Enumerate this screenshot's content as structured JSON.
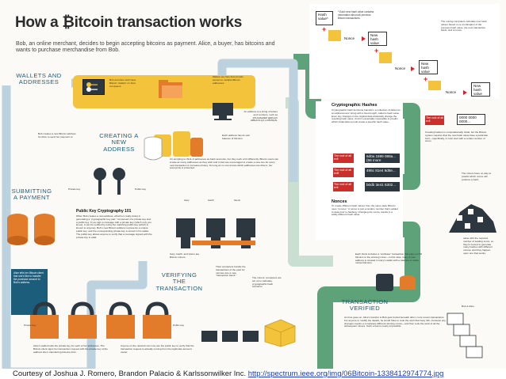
{
  "title": "How a ₿itcoin transaction works",
  "subtitle": "Bob, an online merchant, decides to begin accepting bitcoins as payment. Alice, a buyer, has bitcoins and wants to purchase merchandise from Bob.",
  "section_labels": {
    "wallets": "WALLETS AND ADDRESSES",
    "create": "CREATING A NEW ADDRESS",
    "submitting": "SUBMITTING A PAYMENT",
    "verifying": "VERIFYING THE TRANSACTION",
    "verified": "TRANSACTION VERIFIED"
  },
  "wallets": {
    "both_have": "Bob and Alice both have Bitcoin “wallets” on their computers.",
    "wallets_are_files": "Wallets are files that provide access to multiple Bitcoin addresses.",
    "address_desc": "An address is a string of letters and numbers, such as 1HULMwZEP kjEPeCh 43BeKJL1yb LCWrfDpN.",
    "each_address": "Each address has its own balance of bitcoins."
  },
  "create": {
    "bob_creates": "Bob creates a new Bitcoin address for Alice to send her payment to."
  },
  "pkc": {
    "private_key_label": "Private key",
    "public_key_label": "Public key",
    "heading": "Public Key Cryptography 101",
    "body": "When Bob creates a new address, what he’s really doing is generating a “cryptographic key pair,” composed of a private key and a public key. If you sign a message with a private key (which only you know), it can be verified by using the matching public key (which is known to anyone). Bob’s new Bitcoin address represents a unique public key, and the corresponding private key is stored in his wallet. The public key allows anyone to verify that a message signed with the private key is valid."
  },
  "tempting": "It’s tempting to think of addresses as bank accounts, but they work a bit differently. Bitcoin users can create as many addresses as they wish and in fact are encouraged to create a new one for every new transaction to increase privacy. So long as no one knows which addresses are Alice’s, her anonymity is protected.",
  "verifying": {
    "miners_label": "Gary, Garth, and Glenn are Bitcoin miners.",
    "computers": "Their computers bundle the transactions of the past 10 minutes into a new “transaction block.”",
    "puzzle": "The miners’ computers are set up to calculate cryptographic hash functions.",
    "names": [
      "Gary",
      "Garth",
      "Glenn"
    ]
  },
  "submitting": {
    "alice_tells": "Alice tells her Bitcoin client that she’d like to transfer the purchase amount to Bob’s address.",
    "wallet_holds": "Alice’s wallet holds the private key for each of her addresses. The Bitcoin client signs her transaction request with the private key of the address she’s transferring bitcoins from.",
    "anyone": "Anyone on the network can now use the public key to verify that the transaction request is actually coming from the legitimate account owner.",
    "private_key": "Private key",
    "public_key": "Public key"
  },
  "hashes": {
    "heading": "Cryptographic Hashes",
    "body": "Cryptographic hash functions transform a collection of data into an alphanumeric string with a fixed length, called a hash value. Even tiny changes in the original data drastically change the resulting hash value. And it’s essentially impossible to predict which initial data set will create a specific hash value.",
    "rows": [
      {
        "text": "The root of all evil",
        "hash": "6d0a 1899 088a... (56 more characters)"
      },
      {
        "text": "The root of all evil!",
        "hash": "495c 81e4 6d8e..."
      },
      {
        "text": "The root of all evil",
        "hash": "b0db 3e41 6302..."
      }
    ],
    "nonces_heading": "Nonces",
    "nonces_body": "To create different hash values from the same data, Bitcoin uses “nonces.” A nonce is just a random number that’s added to data prior to hashing. Changing the nonce results in a wildly different hash value."
  },
  "chain": {
    "hash_value": "Hash value*",
    "footnote": "* Each new hash value contains information about all previous Bitcoin transactions.",
    "nonce": "Nonce",
    "new_hash": "New hash value",
    "mining_note": "The mining computers calculate new hash values based on a combination of the previous hash value, the new transaction block, and a nonce."
  },
  "target": {
    "root_label": "The root of all evil",
    "zeros": "0000 0000 0000...",
    "creating_note": "Creating hashes is computationally trivial, but the Bitcoin system requires that the new hash value have a particular form—specifically, it must start with a certain number of zeros.",
    "miners_no_way": "The miners have no way to predict which nonce will produce a hash",
    "keep_trying": "value with the required number of leading zeros, so they’re forced to generate many hashes with different nonces until they happen upon one that works."
  },
  "block": {
    "each_block": "Each block includes a “coinbase” transaction that pays out 50 bitcoins to the winning miner—in this case, Gary. A new address is created in Gary’s wallet with a balance of newly minted bitcoins."
  },
  "verified": {
    "text": "As time goes on, Alice’s transfer to Bob gets buried beneath other, more recent transactions. For anyone to modify the details, he would have to redo the work that Gary did—because any changes require a completely different winning nonce—and then redo the work of all the subsequent miners. Such a feat is nearly impossible.",
    "label": "Bob & Alice"
  },
  "credit": {
    "text": "Courtesy of Joshua J. Romero, Brandon Palacio & Karlssonwilker Inc. ",
    "link": "http://spectrum.ieee.org/img/06Bitcoin-1338412974774.jpg"
  },
  "colors": {
    "track": "#5ea27a",
    "track_light": "#c9dfd1",
    "blue": "#1d5d7c",
    "yellow": "#f2c33b",
    "orange": "#e27c2b",
    "red": "#d2232a",
    "dark": "#2d3740"
  }
}
